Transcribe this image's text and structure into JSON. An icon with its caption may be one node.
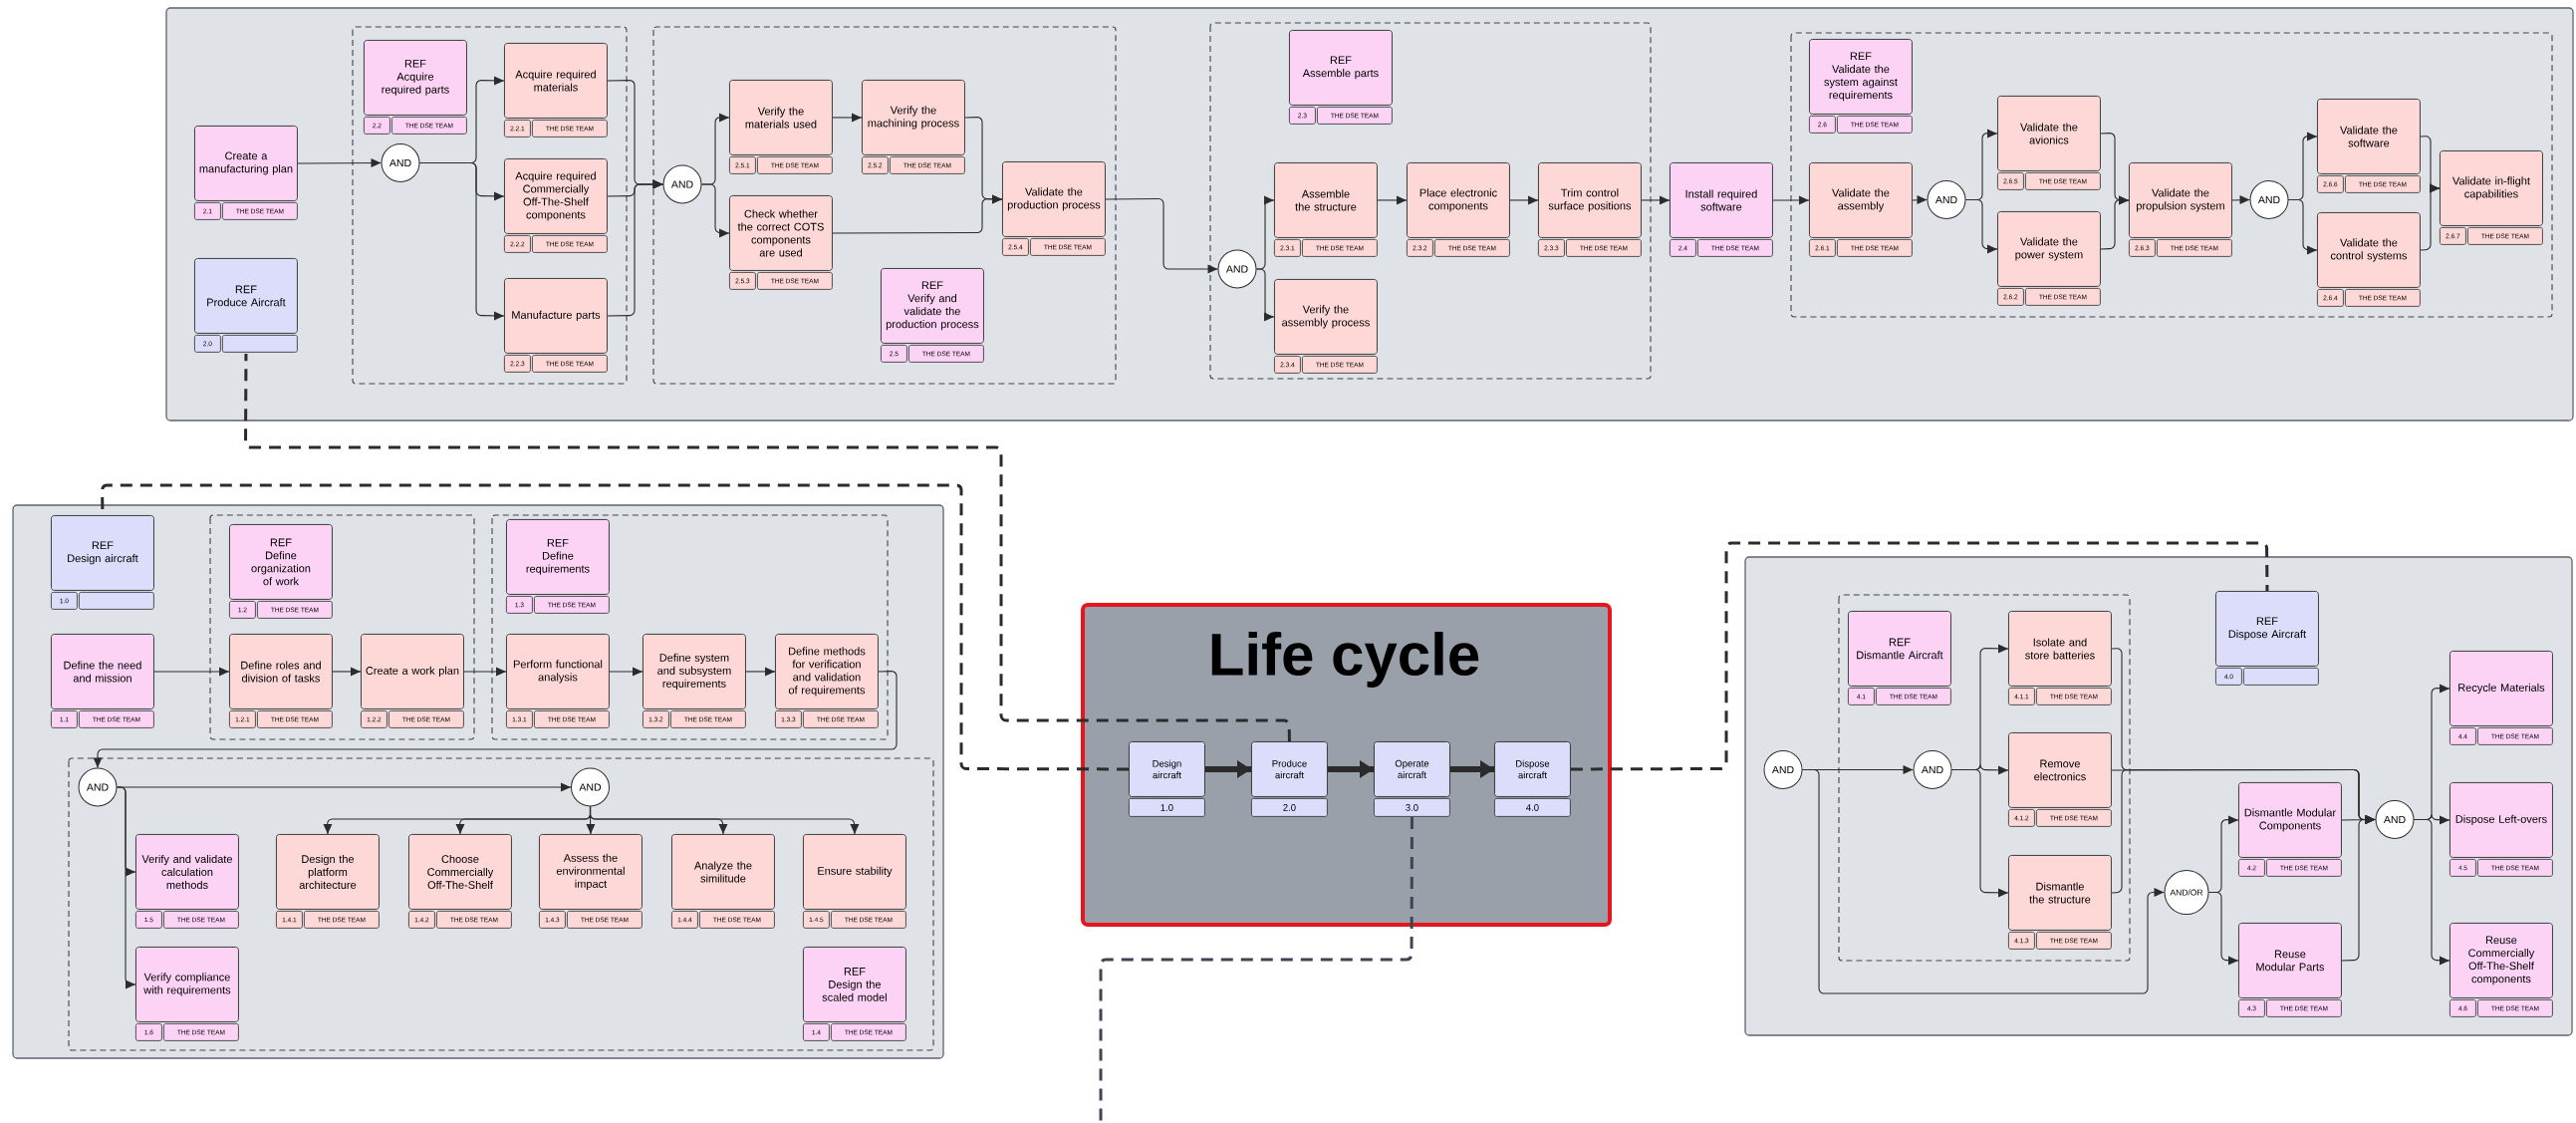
{
  "diagram": {
    "nodes": [
      {
        "text": [
          "Create a manufacturing plan",
          "2.1",
          "THE DSE TEAM"
        ]
      },
      {
        "text": [
          "REF",
          "Produce Aircraft",
          "2.0"
        ]
      },
      {
        "text": [
          "REF",
          "Acquire required parts",
          "2.2",
          "THE DSE TEAM"
        ]
      },
      {
        "text": [
          "Acquire required materials",
          "2.2.1",
          "THE DSE TEAM"
        ]
      },
      {
        "text": [
          "Acquire required Commercially Off-The-Shelf components",
          "2.2.2",
          "THE DSE TEAM"
        ]
      },
      {
        "text": [
          "Manufacture parts",
          "2.2.3",
          "THE DSE TEAM"
        ]
      },
      {
        "text": [
          "AND"
        ]
      },
      {
        "text": [
          "AND"
        ]
      },
      {
        "text": [
          "Verify the materials used",
          "2.5.1",
          "THE DSE TEAM"
        ]
      },
      {
        "text": [
          "Verify the machining process",
          "2.5.2",
          "THE DSE TEAM"
        ]
      },
      {
        "text": [
          "Check whether the correct COTS components are used",
          "2.5.3",
          "THE DSE TEAM"
        ]
      },
      {
        "text": [
          "Validate the production process",
          "2.5.4",
          "THE DSE TEAM"
        ]
      },
      {
        "text": [
          "REF",
          "Verify and validate the production process",
          "2.5",
          "THE DSE TEAM"
        ]
      },
      {
        "text": [
          "REF",
          "Assemble parts",
          "2.3",
          "THE DSE TEAM"
        ]
      },
      {
        "text": [
          "AND"
        ]
      },
      {
        "text": [
          "Assemble the structure",
          "2.3.1",
          "THE DSE TEAM"
        ]
      },
      {
        "text": [
          "Place electronic components",
          "2.3.2",
          "THE DSE TEAM"
        ]
      },
      {
        "text": [
          "Trim control surface positions",
          "2.3.3",
          "THE DSE TEAM"
        ]
      },
      {
        "text": [
          "Verify the assembly process",
          "2.3.4",
          "THE DSE TEAM"
        ]
      },
      {
        "text": [
          "Install required software",
          "2.4",
          "THE DSE TEAM"
        ]
      },
      {
        "text": [
          "REF",
          "Validate the system against requirements",
          "2.6",
          "THE DSE TEAM"
        ]
      },
      {
        "text": [
          "Validate the assembly",
          "2.6.1",
          "THE DSE TEAM"
        ]
      },
      {
        "text": [
          "AND"
        ]
      },
      {
        "text": [
          "Validate the avionics",
          "2.6.5",
          "THE DSE TEAM"
        ]
      },
      {
        "text": [
          "Validate the power system",
          "2.6.2",
          "THE DSE TEAM"
        ]
      },
      {
        "text": [
          "Validate the propulsion system",
          "2.6.3",
          "THE DSE TEAM"
        ]
      },
      {
        "text": [
          "AND"
        ]
      },
      {
        "text": [
          "Validate the software",
          "2.6.6",
          "THE DSE TEAM"
        ]
      },
      {
        "text": [
          "Validate the control systems",
          "2.6.4",
          "THE DSE TEAM"
        ]
      },
      {
        "text": [
          "Validate in-flight capabilities",
          "2.6.7",
          "THE DSE TEAM"
        ]
      },
      {
        "text": [
          "REF",
          "Design aircraft",
          "1.0"
        ]
      },
      {
        "text": [
          "Define the need and mission",
          "1.1",
          "THE DSE TEAM"
        ]
      },
      {
        "text": [
          "REF",
          "Define organization of work",
          "1.2",
          "THE DSE TEAM"
        ]
      },
      {
        "text": [
          "Define roles and division of tasks",
          "1.2.1",
          "THE DSE TEAM"
        ]
      },
      {
        "text": [
          "Create a work plan",
          "1.2.2",
          "THE DSE TEAM"
        ]
      },
      {
        "text": [
          "REF",
          "Define requirements",
          "1.3",
          "THE DSE TEAM"
        ]
      },
      {
        "text": [
          "Perform functional analysis",
          "1.3.1",
          "THE DSE TEAM"
        ]
      },
      {
        "text": [
          "Define system and subsystem requirements",
          "1.3.2",
          "THE DSE TEAM"
        ]
      },
      {
        "text": [
          "Define methods for verification and validation of requirements",
          "1.3.3",
          "THE DSE TEAM"
        ]
      },
      {
        "text": [
          "AND"
        ]
      },
      {
        "text": [
          "AND"
        ]
      },
      {
        "text": [
          "Verify and validate calculation methods",
          "1.5",
          "THE DSE TEAM"
        ]
      },
      {
        "text": [
          "Verify compliance with requirements",
          "1.6",
          "THE DSE TEAM"
        ]
      },
      {
        "text": [
          "Design the platform architecture",
          "1.4.1",
          "THE DSE TEAM"
        ]
      },
      {
        "text": [
          "Choose Commercially Off-The-Shelf",
          "1.4.2",
          "THE DSE TEAM"
        ]
      },
      {
        "text": [
          "Assess the environmental impact",
          "1.4.3",
          "THE DSE TEAM"
        ]
      },
      {
        "text": [
          "Analyze the similitude",
          "1.4.4",
          "THE DSE TEAM"
        ]
      },
      {
        "text": [
          "Ensure stability",
          "1.4.5",
          "THE DSE TEAM"
        ]
      },
      {
        "text": [
          "REF",
          "Design the scaled model",
          "1.4",
          "THE DSE TEAM"
        ]
      },
      {
        "text": [
          "Life cycle"
        ]
      },
      {
        "text": [
          "Design aircraft",
          "1.0"
        ],
        "in": 49
      },
      {
        "text": [
          "Produce aircraft",
          "2.0"
        ],
        "in": 49
      },
      {
        "text": [
          "Operate aircraft",
          "3.0"
        ],
        "in": 49
      },
      {
        "text": [
          "Dispose aircraft",
          "4.0"
        ],
        "in": 49
      },
      {
        "text": [
          "REF",
          "Dismantle Aircraft",
          "4.1",
          "THE DSE TEAM"
        ]
      },
      {
        "text": [
          "Isolate and store batteries",
          "4.1.1",
          "THE DSE TEAM"
        ]
      },
      {
        "text": [
          "Remove electronics",
          "4.1.2",
          "THE DSE TEAM"
        ]
      },
      {
        "text": [
          "Dismantle the structure",
          "4.1.3",
          "THE DSE TEAM"
        ]
      },
      {
        "text": [
          "REF",
          "Dispose Aircraft",
          "4.0"
        ]
      },
      {
        "text": [
          "AND"
        ]
      },
      {
        "text": [
          "AND"
        ]
      },
      {
        "text": [
          "AND/OR"
        ]
      },
      {
        "text": [
          "Dismantle Modular Components",
          "4.2",
          "THE DSE TEAM"
        ]
      },
      {
        "text": [
          "Reuse Modular Parts",
          "4.3",
          "THE DSE TEAM"
        ]
      },
      {
        "text": [
          "AND"
        ]
      },
      {
        "text": [
          "Recycle Materials",
          "4.4",
          "THE DSE TEAM"
        ]
      },
      {
        "text": [
          "Dispose Left-overs",
          "4.5",
          "THE DSE TEAM"
        ]
      },
      {
        "text": [
          "Reuse Commercially Off-The-Shelf components",
          "4.6",
          "THE DSE TEAM"
        ]
      }
    ],
    "edges": [
      {
        "from": 0,
        "to": 6,
        "arrow": "to"
      },
      {
        "from": 6,
        "to": 3,
        "arrow": "to"
      },
      {
        "from": 6,
        "to": 4,
        "arrow": "to"
      },
      {
        "from": 6,
        "to": 5,
        "arrow": "to"
      },
      {
        "from": 3,
        "to": 7,
        "arrow": "to"
      },
      {
        "from": 4,
        "to": 7,
        "arrow": "to"
      },
      {
        "from": 5,
        "to": 7,
        "arrow": "to"
      },
      {
        "from": 7,
        "to": 8,
        "arrow": "to"
      },
      {
        "from": 7,
        "to": 10,
        "arrow": "to"
      },
      {
        "from": 8,
        "to": 9,
        "arrow": "to"
      },
      {
        "from": 9,
        "to": 11,
        "arrow": "to"
      },
      {
        "from": 10,
        "to": 11,
        "arrow": "to"
      },
      {
        "from": 11,
        "to": 14,
        "arrow": "to"
      },
      {
        "from": 14,
        "to": 15,
        "arrow": "to"
      },
      {
        "from": 14,
        "to": 18,
        "arrow": "to"
      },
      {
        "from": 15,
        "to": 16,
        "arrow": "to"
      },
      {
        "from": 16,
        "to": 17,
        "arrow": "to"
      },
      {
        "from": 17,
        "to": 19,
        "arrow": "to"
      },
      {
        "from": 19,
        "to": 21,
        "arrow": "to"
      },
      {
        "from": 21,
        "to": 22,
        "arrow": "to"
      },
      {
        "from": 22,
        "to": 23,
        "arrow": "to"
      },
      {
        "from": 22,
        "to": 24,
        "arrow": "to"
      },
      {
        "from": 23,
        "to": 25,
        "arrow": "to"
      },
      {
        "from": 24,
        "to": 25,
        "arrow": "to"
      },
      {
        "from": 25,
        "to": 26,
        "arrow": "to"
      },
      {
        "from": 26,
        "to": 27,
        "arrow": "to"
      },
      {
        "from": 26,
        "to": 28,
        "arrow": "to"
      },
      {
        "from": 27,
        "to": 29,
        "arrow": "to"
      },
      {
        "from": 28,
        "to": 29,
        "arrow": "to"
      },
      {
        "from": 31,
        "to": 33,
        "arrow": "to"
      },
      {
        "from": 33,
        "to": 34,
        "arrow": "to"
      },
      {
        "from": 34,
        "to": 36,
        "arrow": "to"
      },
      {
        "from": 36,
        "to": 37,
        "arrow": "to"
      },
      {
        "from": 37,
        "to": 38,
        "arrow": "to"
      },
      {
        "from": 38,
        "to": 39,
        "arrow": "to"
      },
      {
        "from": 39,
        "to": 40,
        "arrow": "to"
      },
      {
        "from": 40,
        "to": 43,
        "arrow": "to"
      },
      {
        "from": 40,
        "to": 44,
        "arrow": "to"
      },
      {
        "from": 40,
        "to": 45,
        "arrow": "to"
      },
      {
        "from": 40,
        "to": 46,
        "arrow": "to"
      },
      {
        "from": 40,
        "to": 47,
        "arrow": "to"
      },
      {
        "from": 39,
        "to": 41,
        "arrow": "to"
      },
      {
        "from": 39,
        "to": 42,
        "arrow": "to"
      },
      {
        "from": 50,
        "to": 51,
        "arrow": "to",
        "style": "thick"
      },
      {
        "from": 51,
        "to": 52,
        "arrow": "to",
        "style": "thick"
      },
      {
        "from": 52,
        "to": 53,
        "arrow": "to",
        "style": "thick"
      },
      {
        "from": 50,
        "to": 30,
        "arrow": "none",
        "style": "dashed"
      },
      {
        "from": 51,
        "to": 1,
        "arrow": "none",
        "style": "dashed"
      },
      {
        "from": 53,
        "to": 58,
        "arrow": "none",
        "style": "dashed"
      },
      {
        "from": 52,
        "to": null,
        "arrow": "none",
        "style": "dashed",
        "color": "#3d4452"
      },
      {
        "from": 59,
        "to": 60,
        "arrow": "to"
      },
      {
        "from": 59,
        "to": 61,
        "arrow": "to"
      },
      {
        "from": 60,
        "to": 55,
        "arrow": "to"
      },
      {
        "from": 60,
        "to": 56,
        "arrow": "to"
      },
      {
        "from": 60,
        "to": 57,
        "arrow": "to"
      },
      {
        "from": 55,
        "to": 64,
        "arrow": "to"
      },
      {
        "from": 56,
        "to": 64,
        "arrow": "to"
      },
      {
        "from": 57,
        "to": 64,
        "arrow": "to"
      },
      {
        "from": 61,
        "to": 62,
        "arrow": "to"
      },
      {
        "from": 61,
        "to": 63,
        "arrow": "to"
      },
      {
        "from": 62,
        "to": 64,
        "arrow": "to"
      },
      {
        "from": 63,
        "to": 64,
        "arrow": "to"
      },
      {
        "from": 64,
        "to": 65,
        "arrow": "to"
      },
      {
        "from": 64,
        "to": 66,
        "arrow": "to"
      },
      {
        "from": 64,
        "to": 67,
        "arrow": "to"
      }
    ]
  }
}
